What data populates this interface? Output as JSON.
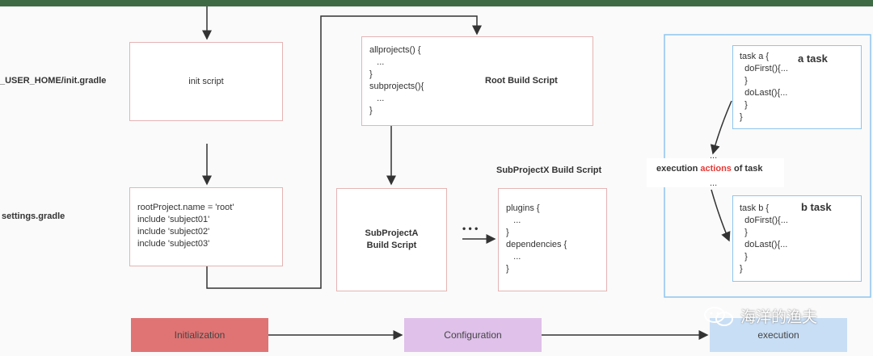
{
  "labels": {
    "init_gradle": "_USER_HOME/init.gradle",
    "settings_gradle": "settings.gradle"
  },
  "init_box": {
    "text": "init script"
  },
  "settings_box": {
    "lines": [
      "rootProject.name = 'root'",
      "include 'subject01'",
      "include 'subject02'",
      "include 'subject03'"
    ]
  },
  "root_box": {
    "code": [
      "allprojects() {",
      "   ...",
      "}",
      "subprojects(){",
      "   ...",
      "}"
    ],
    "title": "Root Build Script"
  },
  "subA_box": {
    "title_line1": "SubProjectA",
    "title_line2": "Build Script"
  },
  "dots": "• • •",
  "subX": {
    "title": "SubProjectX Build Script",
    "code": [
      "plugins {",
      "   ...",
      "}",
      "dependencies {",
      "   ...",
      "}"
    ]
  },
  "task_a": {
    "code": [
      "task a {",
      "  doFirst(){...",
      "  }",
      "  doLast(){...",
      "  }",
      "}"
    ],
    "title": "a task"
  },
  "task_b": {
    "code": [
      "task b {",
      "  doFirst(){...",
      "  }",
      "  doLast(){...",
      "  }",
      "}"
    ],
    "title": "b task"
  },
  "exec_actions": {
    "prefix": "execution ",
    "highlight": "actions",
    "suffix": " of task",
    "dots_top": "...",
    "dots_bottom": "..."
  },
  "phases": {
    "initialization": "Initialization",
    "configuration": "Configuration",
    "execution": "execution"
  },
  "watermark": "海洋的渔夫",
  "colors": {
    "initialization": "#e07474",
    "configuration": "#dfc1ea",
    "execution": "#c8def5",
    "panel_border": "#8ec5ee",
    "highlight": "#e53935"
  }
}
